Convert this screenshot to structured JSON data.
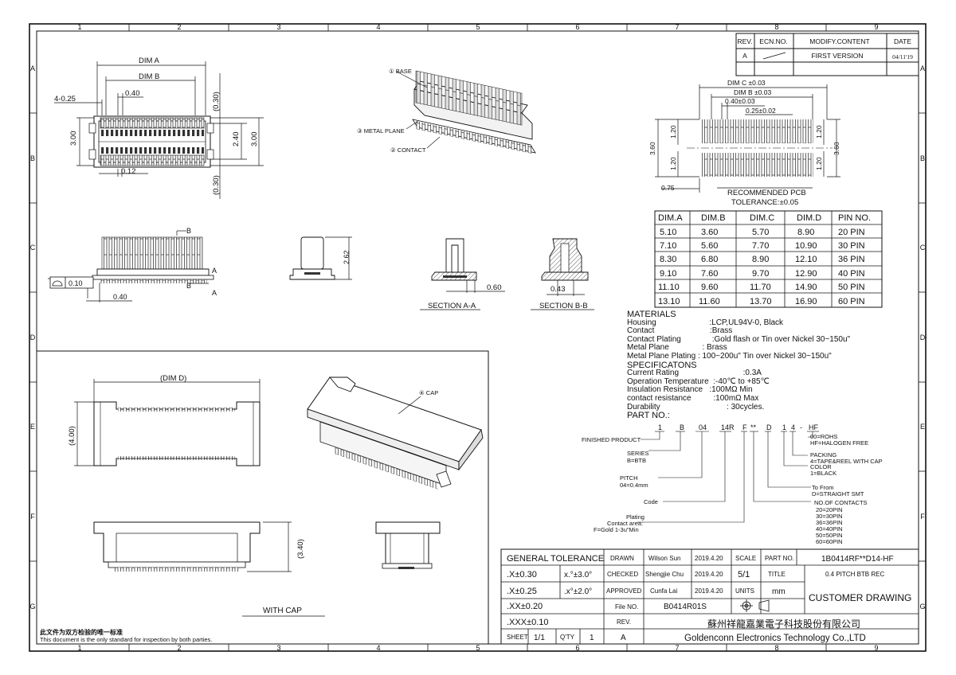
{
  "border": {
    "cols": [
      "1",
      "2",
      "3",
      "4",
      "5",
      "6",
      "7",
      "8",
      "9"
    ],
    "rows": [
      "A",
      "B",
      "C",
      "D",
      "E",
      "F",
      "G"
    ]
  },
  "revision": {
    "headers": [
      "REV.",
      "ECN.NO.",
      "MODIFY.CONTENT",
      "DATE"
    ],
    "row": {
      "rev": "A",
      "content": "FIRST VERSION",
      "date": "04/11'19"
    }
  },
  "top_view": {
    "dim_a": "DIM A",
    "dim_b": "DIM B",
    "pitch": "0.40",
    "offset": "4-0.25",
    "height": "3.00",
    "inner": "2.40",
    "height_r": "3.00",
    "lead": "0.12",
    "ref": "(0.30)",
    "ref2": "(0.30)"
  },
  "iso_labels": {
    "base": "① BASE",
    "metal_plane": "③ METAL PLANE",
    "contact": "② CONTACT",
    "cap": "④ CAP"
  },
  "pcb": {
    "dim_c": "DIM C ±0.03",
    "dim_b": "DIM B ±0.03",
    "pitch": "0.40±0.03",
    "pad": "0.25±0.02",
    "h1": "1.20",
    "h2": "1.20",
    "r1": "1.20",
    "r2": "1.20",
    "total": "3.60",
    "total_r": "3.60",
    "edge": "0.75",
    "title": "RECOMMENDED PCB",
    "tolerance": "TOLERANCE:±0.05"
  },
  "dim_table": {
    "headers": [
      "DIM.A",
      "DIM.B",
      "DIM.C",
      "DIM.D",
      "PIN NO."
    ],
    "rows": [
      [
        "5.10",
        "3.60",
        "5.70",
        "8.90",
        "20 PIN"
      ],
      [
        "7.10",
        "5.60",
        "7.70",
        "10.90",
        "30 PIN"
      ],
      [
        "8.30",
        "6.80",
        "8.90",
        "12.10",
        "36 PIN"
      ],
      [
        "9.10",
        "7.60",
        "9.70",
        "12.90",
        "40 PIN"
      ],
      [
        "11.10",
        "9.60",
        "11.70",
        "14.90",
        "50 PIN"
      ],
      [
        "13.10",
        "11.60",
        "13.70",
        "16.90",
        "60 PIN"
      ]
    ]
  },
  "side_view": {
    "b": "B",
    "a": "A",
    "a2": "A",
    "b2": "B",
    "flat": "0.10",
    "pitch": "0.40",
    "height": "2.62"
  },
  "sections": {
    "aa": "SECTION A-A",
    "bb": "SECTION B-B",
    "aa_dim": "0.60",
    "bb_dim": "0.43"
  },
  "materials": [
    "MATERIALS",
    "Housing                        :LCP,UL94V-0, Black",
    "Contact                         :Brass",
    "Contact Plating              :Gold flash or Tin over Nickel 30~150u\"",
    "Metal Plane               : Brass",
    "Metal Plane Plating : 100~200u\" Tin over Nickel 30~150u\"",
    "SPECIFICATONS",
    "Current Rating                             :0.3A",
    "Operation Temperature  :-40℃ to +85℃",
    "Insulation Resistance   :100MΩ Min",
    "contact resistance          :100mΩ Max",
    "Durability                              : 30cycles."
  ],
  "part_no": {
    "title": "PART NO.:",
    "codes": [
      "1",
      "B",
      "04",
      "14R",
      "F",
      "**",
      "D",
      "1",
      "4",
      "-",
      "HF"
    ],
    "finished": "FINISHED PRODUCT",
    "series": "SERIES",
    "series2": "B=BTB",
    "pitch": "PITCH",
    "pitch2": "04=0.4mm",
    "code": "Code",
    "plating": "Plating",
    "plating2": "Contact area:",
    "plating3": "F=Gold 1-3u\"Min",
    "hf": "00=ROHS",
    "hf2": "HF=HALOGEN FREE",
    "packing": "PACKING",
    "packing2": "4=TAPE&REEL WITH CAP",
    "color": "COLOR",
    "color2": "1=BLACK",
    "tofrom": "To From",
    "tofrom2": "D=STRAIGHT SMT",
    "contacts": "NO.OF CONTACTS",
    "contacts_list": [
      "20=20PIN",
      "30=30PIN",
      "36=36PIN",
      "40=40PIN",
      "50=50PIN",
      "60=60PIN"
    ]
  },
  "cap_view": {
    "dim_d": "(DIM D)",
    "width": "(4.00)",
    "height": "(3.40)",
    "with_cap": "WITH CAP"
  },
  "title_block": {
    "general_tolerance": "GENERAL TOLERANCE",
    "tol": [
      ".X±0.30",
      ".X±0.25",
      ".XX±0.20",
      ".XXX±0.10"
    ],
    "ang": [
      "x.°±3.0°",
      ".x°±2.0°"
    ],
    "drawn": "DRAWN",
    "drawn_by": "Wilson Sun",
    "drawn_date": "2019.4.20",
    "checked": "CHECKED",
    "checked_by": "Shengjie Chu",
    "checked_date": "2019.4.20",
    "approved": "APPROVED",
    "approved_by": "Cunfa Lai",
    "approved_date": "2019.4.20",
    "scale": "SCALE",
    "scale_val": "5/1",
    "units": "UNITS",
    "units_val": "mm",
    "part_no": "PART NO.",
    "part_no_val": "1B0414RF**D14-HF",
    "title": "TITLE",
    "title_val": "0.4 PITCH BTB REC",
    "customer": "CUSTOMER DRAWING",
    "file_no": "File NO.",
    "file_no_val": "B0414R01S",
    "rev": "REV.",
    "rev_val": "A",
    "sheet": "SHEET",
    "sheet_val": "1/1",
    "qty": "Q'TY",
    "qty_val": "1",
    "company_cn": "蘇州祥龍嘉業電子科技股份有限公司",
    "company_en": "Goldenconn Electronics Technology Co.,LTD"
  },
  "footer": {
    "cn": "此文件为双方检验的唯一标准",
    "en": "This document is the only standard for inspection by both parties."
  }
}
